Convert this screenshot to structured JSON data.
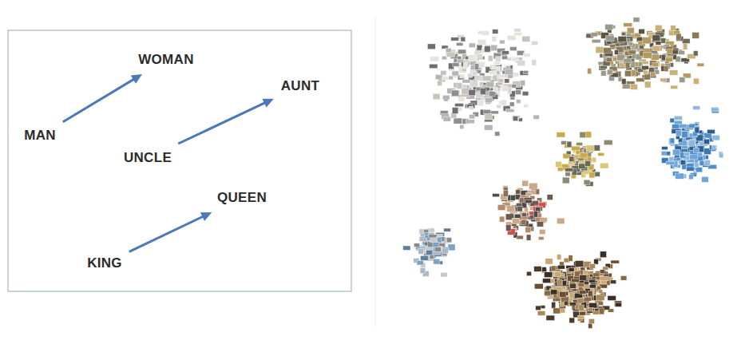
{
  "diagram": {
    "nodes": [
      {
        "text": [
          "WOMAN"
        ]
      },
      {
        "text": [
          "AUNT"
        ]
      },
      {
        "text": [
          "MAN"
        ]
      },
      {
        "text": [
          "UNCLE"
        ]
      },
      {
        "text": [
          "QUEEN"
        ]
      },
      {
        "text": [
          "KING"
        ]
      }
    ],
    "edges": [
      {
        "from": 2,
        "to": 0,
        "arrow": "to"
      },
      {
        "from": 3,
        "to": 1,
        "arrow": "to"
      },
      {
        "from": 5,
        "to": 4,
        "arrow": "to"
      }
    ]
  }
}
